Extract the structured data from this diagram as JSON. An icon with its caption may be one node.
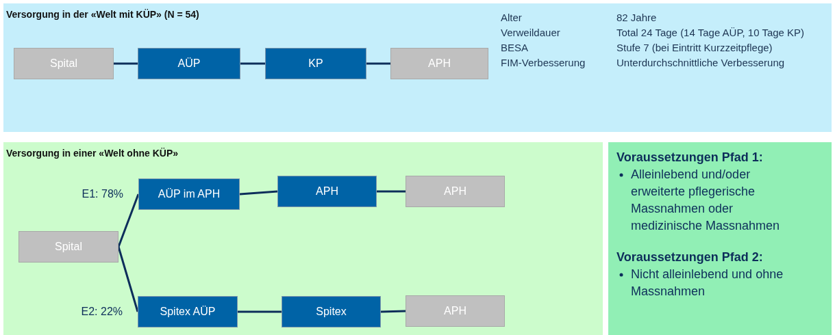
{
  "diagram": {
    "nodes": [
      {
        "text": [
          "Versorgung in der «Welt mit KÜP» (N = 54)"
        ]
      },
      {
        "text": [
          "Spital"
        ],
        "in": 0
      },
      {
        "text": [
          "AÜP"
        ],
        "in": 0
      },
      {
        "text": [
          "KP"
        ],
        "in": 0
      },
      {
        "text": [
          "APH"
        ],
        "in": 0
      },
      {
        "text": [
          "Versorgung in einer «Welt ohne KÜP»"
        ]
      },
      {
        "text": [
          "Spital"
        ],
        "in": 5
      },
      {
        "text": [
          "AÜP im APH"
        ],
        "in": 5,
        "beside": [
          "E1: 78%"
        ]
      },
      {
        "text": [
          "APH"
        ],
        "in": 5
      },
      {
        "text": [
          "APH"
        ],
        "in": 5
      },
      {
        "text": [
          "Spitex AÜP"
        ],
        "in": 5,
        "beside": [
          "E2: 22%"
        ]
      },
      {
        "text": [
          "Spitex"
        ],
        "in": 5
      },
      {
        "text": [
          "APH"
        ],
        "in": 5
      },
      {
        "text": [
          "Voraussetzungen Pfad 1:",
          "Alleinlebend und/oder erweiterte pflegerische Massnahmen oder medizinische Massnahmen",
          "Voraussetzungen Pfad 2:",
          "Nicht alleinlebend und ohne Massnahmen"
        ]
      }
    ],
    "edges": [
      {
        "from": 1,
        "to": 2,
        "arrow": "none"
      },
      {
        "from": 2,
        "to": 3,
        "arrow": "none"
      },
      {
        "from": 3,
        "to": 4,
        "arrow": "none"
      },
      {
        "from": 6,
        "to": 7,
        "arrow": "none"
      },
      {
        "from": 7,
        "to": 8,
        "arrow": "none"
      },
      {
        "from": 8,
        "to": 9,
        "arrow": "none"
      },
      {
        "from": 6,
        "to": 10,
        "arrow": "none"
      },
      {
        "from": 10,
        "to": 11,
        "arrow": "none"
      },
      {
        "from": 11,
        "to": 12,
        "arrow": "none"
      }
    ],
    "labels": [
      "Alter",
      "82 Jahre",
      "Verweildauer",
      "Total 24 Tage (14 Tage AÜP, 10 Tage KP)",
      "BESA",
      "Stufe 7 (bei Eintritt Kurzzeitpflege)",
      "FIM-Verbesserung",
      "Unterdurchschnittliche Verbesserung"
    ]
  }
}
